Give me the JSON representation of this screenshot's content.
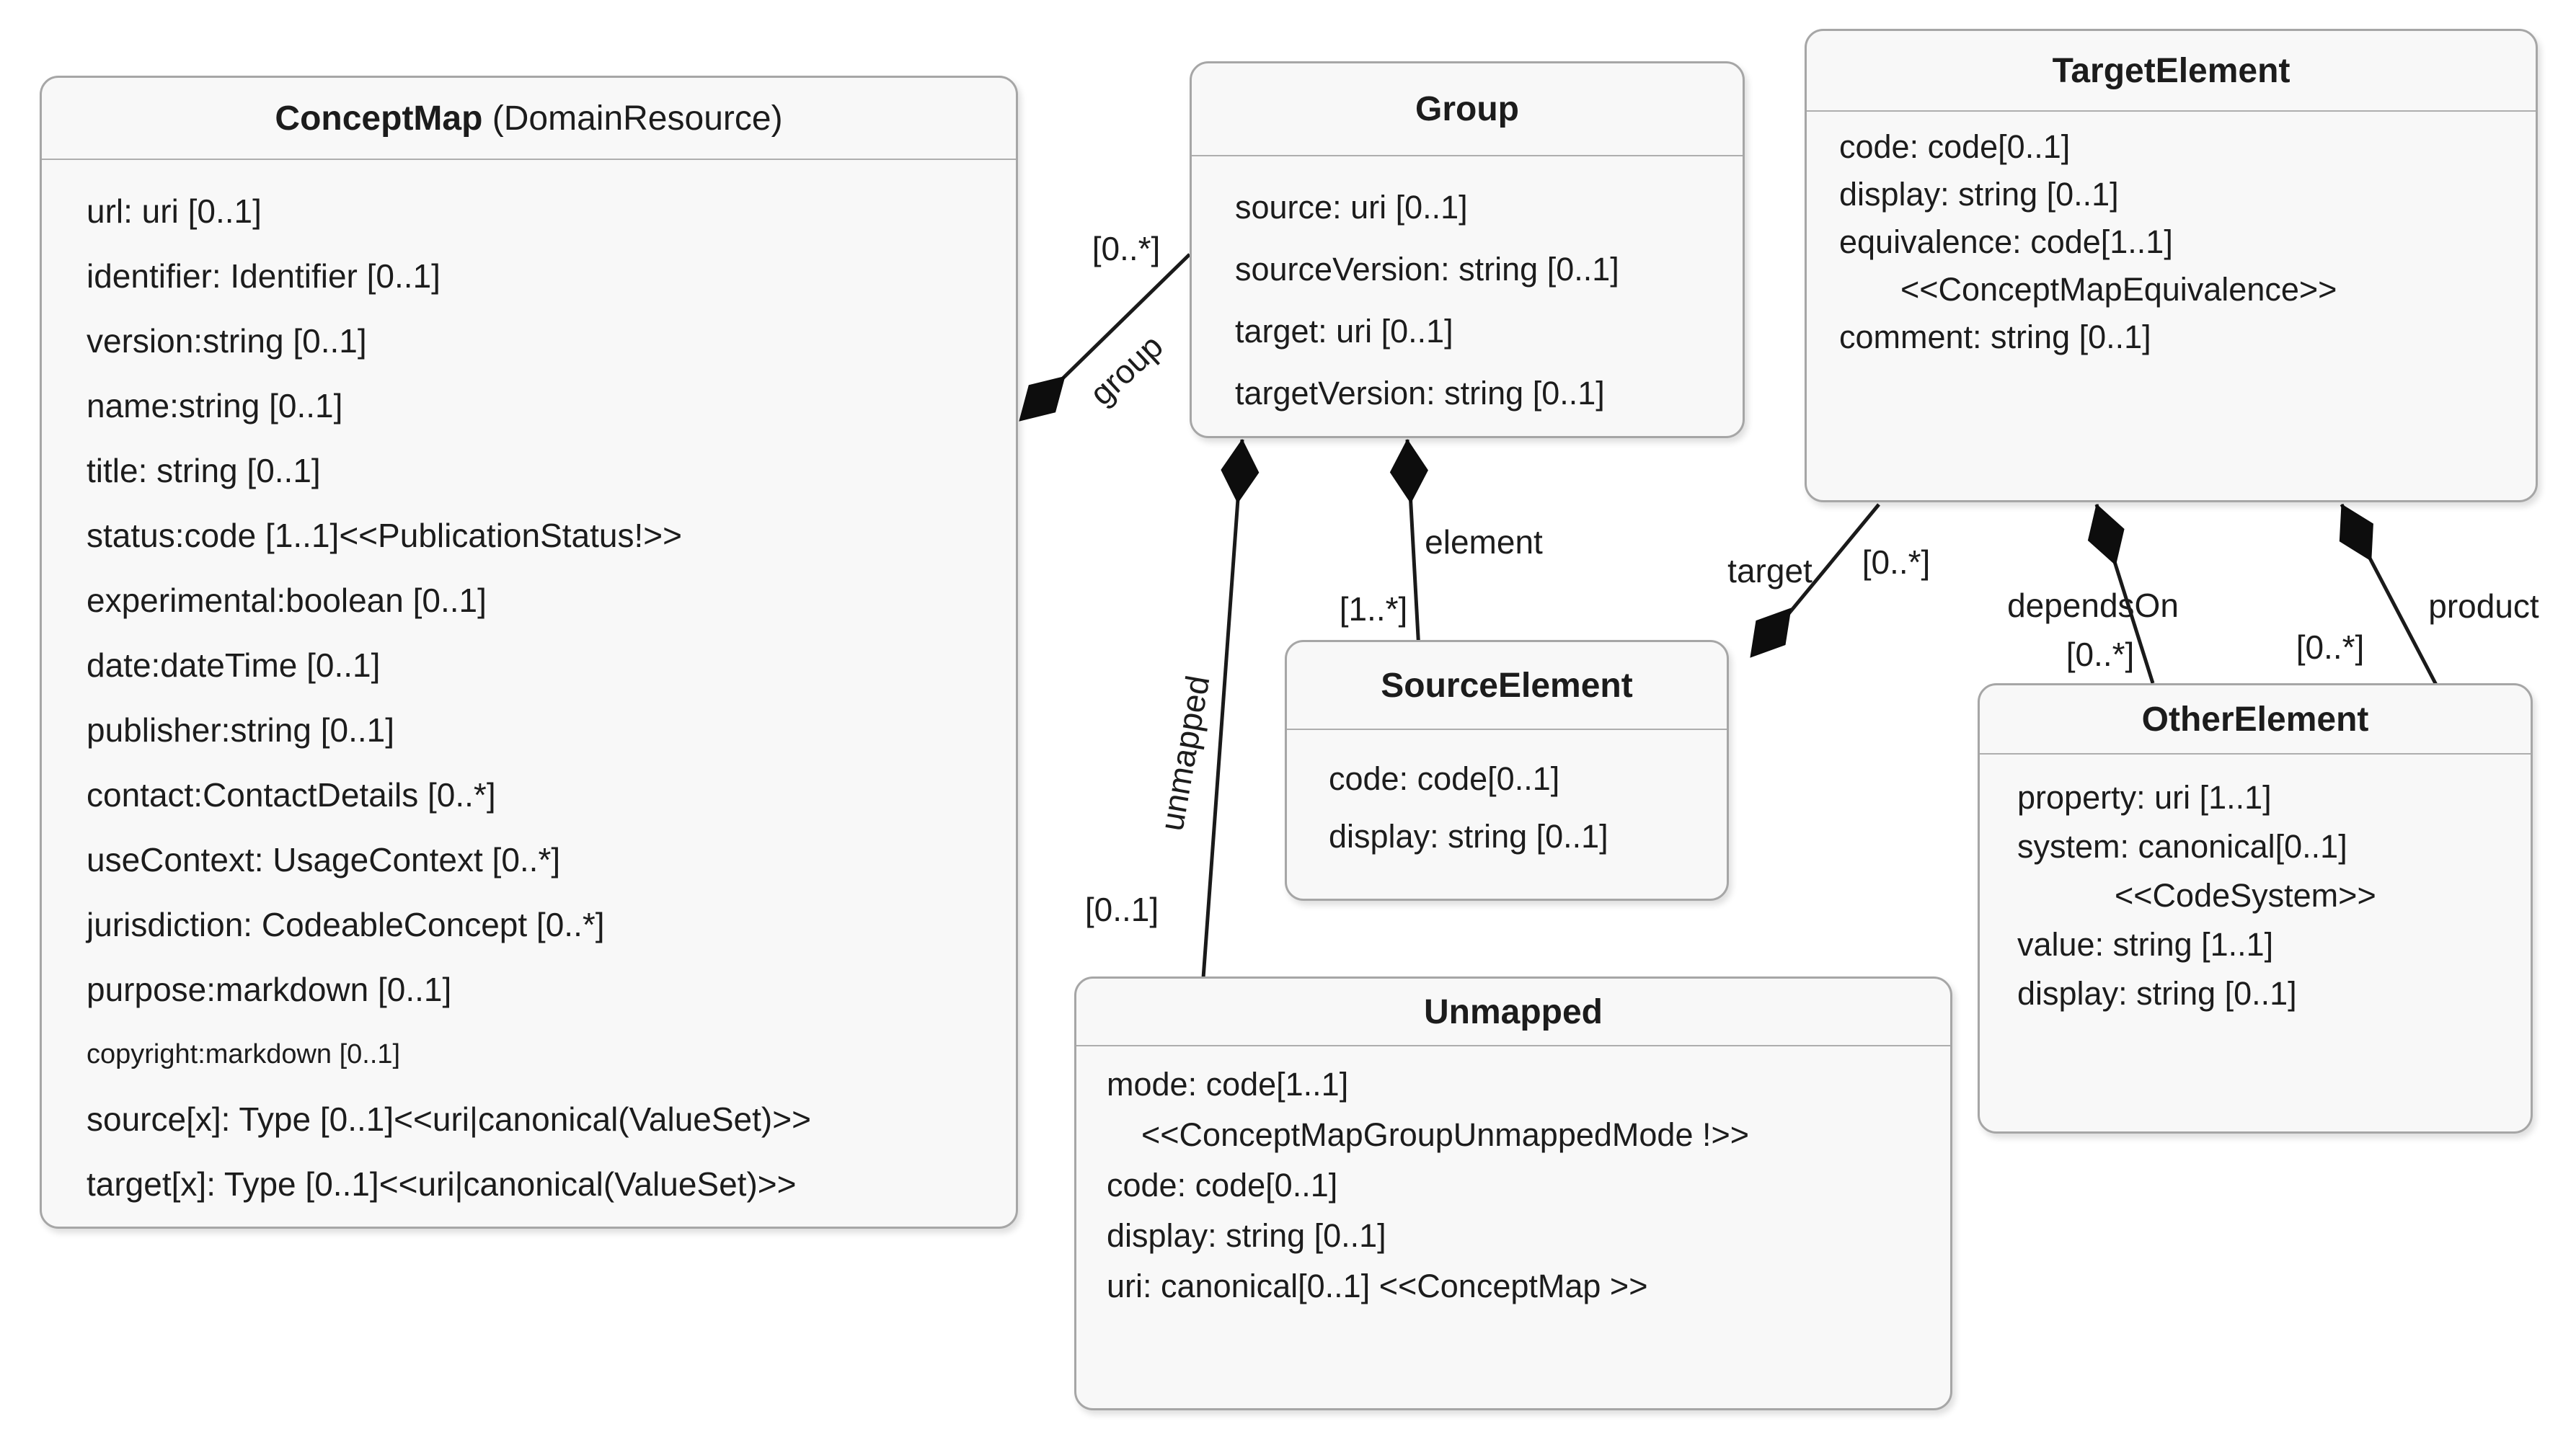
{
  "diagram": {
    "title": "ConceptMap UML class diagram",
    "colors": {
      "box_fill": "#f8f8f8",
      "box_border": "#a6a6a6",
      "line": "#1a1a1a",
      "text": "#1c1c1c"
    },
    "classes": {
      "conceptmap": {
        "title": "ConceptMap",
        "subtitle": " (DomainResource)",
        "attributes": [
          "url: uri [0..1]",
          "identifier: Identifier [0..1]",
          "version:string [0..1]",
          "name:string [0..1]",
          "title: string [0..1]",
          "status:code [1..1]<<PublicationStatus!>>",
          "experimental:boolean [0..1]",
          "date:dateTime [0..1]",
          "publisher:string [0..1]",
          "contact:ContactDetails [0..*]",
          "useContext: UsageContext [0..*]",
          "jurisdiction: CodeableConcept [0..*]",
          "purpose:markdown [0..1]",
          "copyright:markdown [0..1]",
          "source[x]: Type [0..1]<<uri|canonical(ValueSet)>>",
          "target[x]: Type [0..1]<<uri|canonical(ValueSet)>>"
        ]
      },
      "group": {
        "title": "Group",
        "attributes": [
          "source: uri [0..1]",
          "sourceVersion: string [0..1]",
          "target: uri [0..1]",
          "targetVersion: string [0..1]"
        ]
      },
      "targetelement": {
        "title": "TargetElement",
        "attributes": [
          "code: code[0..1]",
          "display: string [0..1]",
          "equivalence: code[1..1]",
          "<<ConceptMapEquivalence>>",
          "comment: string [0..1]"
        ]
      },
      "sourceelement": {
        "title": "SourceElement",
        "attributes": [
          "code: code[0..1]",
          "display: string [0..1]"
        ]
      },
      "unmapped": {
        "title": "Unmapped",
        "attributes": [
          "mode: code[1..1]",
          "<<ConceptMapGroupUnmappedMode !>>",
          "code: code[0..1]",
          "display: string [0..1]",
          "uri: canonical[0..1] <<ConceptMap >>"
        ]
      },
      "otherelement": {
        "title": "OtherElement",
        "attributes": [
          "property: uri [1..1]",
          "system: canonical[0..1]",
          "<<CodeSystem>>",
          "value: string [1..1]",
          "display: string [0..1]"
        ]
      }
    },
    "connectors": {
      "group": {
        "label": "group",
        "multiplicity": "[0..*]"
      },
      "element": {
        "label": "element",
        "multiplicity": "[1..*]"
      },
      "unmapped": {
        "label": "unmapped",
        "multiplicity": "[0..1]"
      },
      "target": {
        "label": "target",
        "multiplicity": "[0..*]"
      },
      "dependson": {
        "label": "dependsOn",
        "multiplicity": "[0..*]"
      },
      "product": {
        "label": "product",
        "multiplicity": "[0..*]"
      }
    }
  }
}
